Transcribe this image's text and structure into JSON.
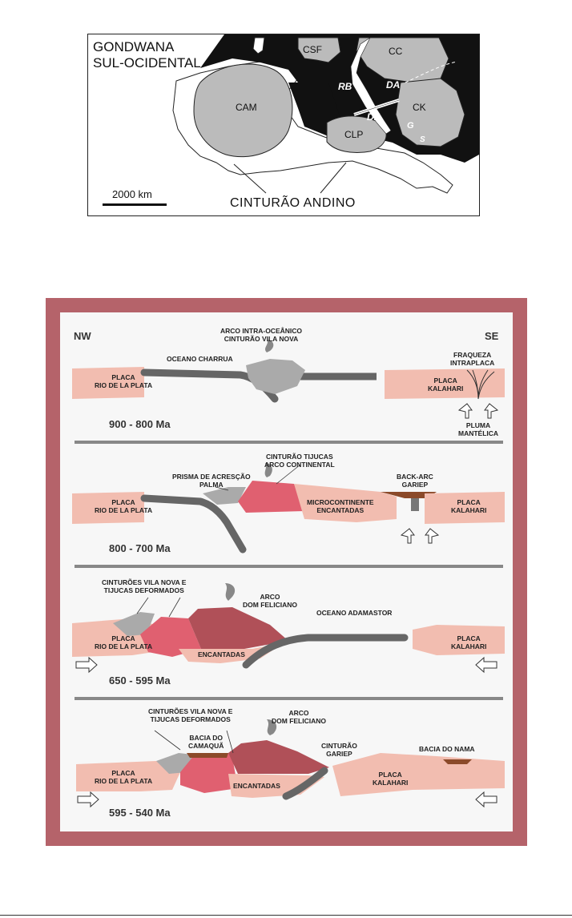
{
  "map": {
    "title_line1": "GONDWANA",
    "title_line2": "SUL-OCIDENTAL",
    "labels": {
      "cam": "CAM",
      "csf": "CSF",
      "cc": "CC",
      "rb": "RB",
      "da": "DA",
      "df": "DF",
      "clp": "CLP",
      "ck": "CK",
      "g": "G",
      "s": "S"
    },
    "scale": "2000 km",
    "belt": "CINTURÃO ANDINO"
  },
  "section": {
    "nw": "NW",
    "se": "SE",
    "panel1": {
      "arc_line1": "ARCO INTRA-OCEÂNICO",
      "arc_line2": "CINTURÃO VILA NOVA",
      "ocean": "OCEANO CHARRUA",
      "weak_line1": "FRAQUEZA",
      "weak_line2": "INTRAPLACA",
      "plate_rp_1": "PLACA",
      "plate_rp_2": "RIO DE LA PLATA",
      "plate_k_1": "PLACA",
      "plate_k_2": "KALAHARI",
      "plume_1": "PLUMA",
      "plume_2": "MANTÉLICA",
      "age": "900 - 800 Ma"
    },
    "panel2": {
      "tijucas_1": "CINTURÃO TIJUCAS",
      "tijucas_2": "ARCO CONTINENTAL",
      "prisma_1": "PRISMA DE ACRESÇÃO",
      "prisma_2": "PALMA",
      "backarc_1": "BACK-ARC",
      "backarc_2": "GARIEP",
      "plate_rp_1": "PLACA",
      "plate_rp_2": "RIO DE LA PLATA",
      "micro_1": "MICROCONTINENTE",
      "micro_2": "ENCANTADAS",
      "plate_k_1": "PLACA",
      "plate_k_2": "KALAHARI",
      "age": "800 - 700 Ma"
    },
    "panel3": {
      "belts_1": "CINTURÕES VILA NOVA E",
      "belts_2": "TIJUCAS DEFORMADOS",
      "arc_1": "ARCO",
      "arc_2": "DOM FELICIANO",
      "ocean": "OCEANO ADAMASTOR",
      "plate_rp_1": "PLACA",
      "plate_rp_2": "RIO DE LA PLATA",
      "encantadas": "ENCANTADAS",
      "plate_k_1": "PLACA",
      "plate_k_2": "KALAHARI",
      "age": "650 - 595 Ma"
    },
    "panel4": {
      "belts_1": "CINTURÕES VILA NOVA E",
      "belts_2": "TIJUCAS DEFORMADOS",
      "arc_1": "ARCO",
      "arc_2": "DOM FELICIANO",
      "camaqua_1": "BACIA DO",
      "camaqua_2": "CAMAQUÃ",
      "gariep_1": "CINTURÃO",
      "gariep_2": "GARIEP",
      "nama": "BACIA DO NAMA",
      "plate_rp_1": "PLACA",
      "plate_rp_2": "RIO DE LA PLATA",
      "encantadas": "ENCANTADAS",
      "plate_k_1": "PLACA",
      "plate_k_2": "KALAHARI",
      "age": "595 - 540 Ma"
    }
  },
  "colors": {
    "frame": "#b5636a",
    "plate": "#f2bdb0",
    "slab": "#666666",
    "arc_grey": "#aaaaaa",
    "tijucas": "#e06070",
    "dom_feliciano": "#b05058",
    "basin": "#8b4a2a",
    "map_black": "#111111",
    "craton": "#bbbbbb"
  }
}
